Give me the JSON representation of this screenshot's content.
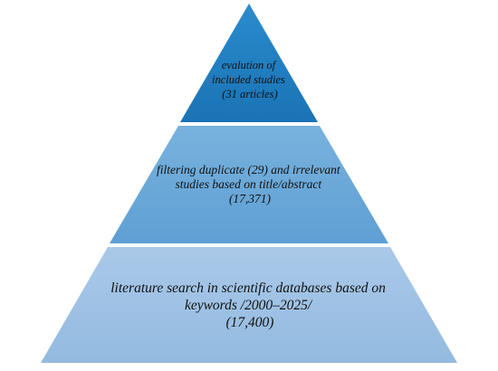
{
  "colors": {
    "top_level": "#1f7fc1",
    "middle_level": "#6aa8d8",
    "bottom_level": "#9dc0e4",
    "separator": "#ffffff"
  },
  "pyramid": {
    "levels": [
      {
        "id": "top",
        "lines": [
          "evalution of",
          "included studies",
          "(31 articles)"
        ]
      },
      {
        "id": "middle",
        "lines": [
          "filtering duplicate (29) and irrelevant",
          "studies based on title/abstract",
          "(17,371)"
        ]
      },
      {
        "id": "bottom",
        "lines": [
          "literature search in scientific databases based on",
          "keywords /2000–2025/",
          "(17,400)"
        ]
      }
    ]
  }
}
